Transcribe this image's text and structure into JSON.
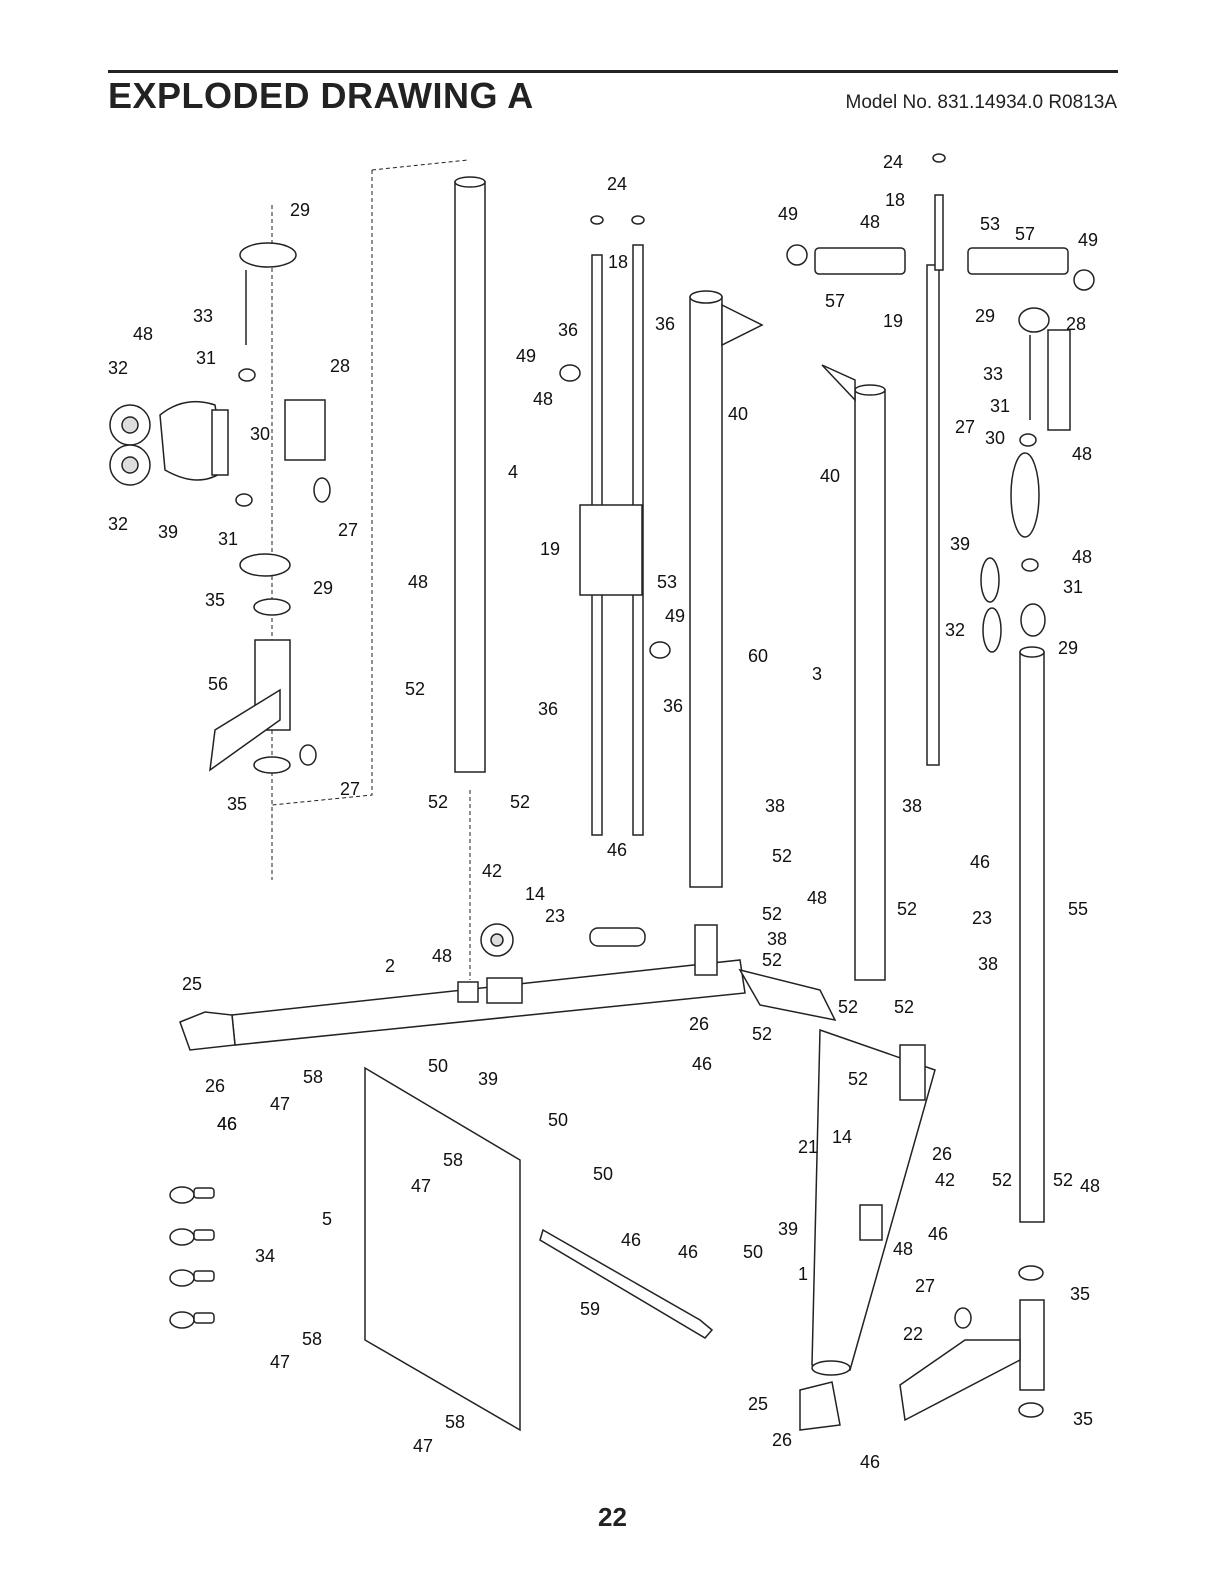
{
  "header": {
    "title": "EXPLODED DRAWING A",
    "model_number": "Model No. 831.14934.0 R0813A"
  },
  "footer": {
    "page_number": "22"
  },
  "callouts": [
    {
      "id": "c-29a",
      "text": "29"
    },
    {
      "id": "c-33a",
      "text": "33"
    },
    {
      "id": "c-48a",
      "text": "48"
    },
    {
      "id": "c-31a",
      "text": "31"
    },
    {
      "id": "c-28a",
      "text": "28"
    },
    {
      "id": "c-32a",
      "text": "32"
    },
    {
      "id": "c-30a",
      "text": "30"
    },
    {
      "id": "c-32b",
      "text": "32"
    },
    {
      "id": "c-39a",
      "text": "39"
    },
    {
      "id": "c-31b",
      "text": "31"
    },
    {
      "id": "c-27a",
      "text": "27"
    },
    {
      "id": "c-29b",
      "text": "29"
    },
    {
      "id": "c-35a",
      "text": "35"
    },
    {
      "id": "c-56",
      "text": "56"
    },
    {
      "id": "c-27b",
      "text": "27"
    },
    {
      "id": "c-35b",
      "text": "35"
    },
    {
      "id": "c-4",
      "text": "4"
    },
    {
      "id": "c-48b",
      "text": "48"
    },
    {
      "id": "c-52a",
      "text": "52"
    },
    {
      "id": "c-52b",
      "text": "52"
    },
    {
      "id": "c-52c",
      "text": "52"
    },
    {
      "id": "c-42a",
      "text": "42"
    },
    {
      "id": "c-24a",
      "text": "24"
    },
    {
      "id": "c-18a",
      "text": "18"
    },
    {
      "id": "c-36a",
      "text": "36"
    },
    {
      "id": "c-36b",
      "text": "36"
    },
    {
      "id": "c-49a",
      "text": "49"
    },
    {
      "id": "c-48c",
      "text": "48"
    },
    {
      "id": "c-19a",
      "text": "19"
    },
    {
      "id": "c-53a",
      "text": "53"
    },
    {
      "id": "c-49b",
      "text": "49"
    },
    {
      "id": "c-36c",
      "text": "36"
    },
    {
      "id": "c-36d",
      "text": "36"
    },
    {
      "id": "c-60",
      "text": "60"
    },
    {
      "id": "c-40a",
      "text": "40"
    },
    {
      "id": "c-40b",
      "text": "40"
    },
    {
      "id": "c-3",
      "text": "3"
    },
    {
      "id": "c-24b",
      "text": "24"
    },
    {
      "id": "c-18b",
      "text": "18"
    },
    {
      "id": "c-49c",
      "text": "49"
    },
    {
      "id": "c-48d",
      "text": "48"
    },
    {
      "id": "c-53b",
      "text": "53"
    },
    {
      "id": "c-57a",
      "text": "57"
    },
    {
      "id": "c-49d",
      "text": "49"
    },
    {
      "id": "c-57b",
      "text": "57"
    },
    {
      "id": "c-19b",
      "text": "19"
    },
    {
      "id": "c-29c",
      "text": "29"
    },
    {
      "id": "c-28b",
      "text": "28"
    },
    {
      "id": "c-33b",
      "text": "33"
    },
    {
      "id": "c-31c",
      "text": "31"
    },
    {
      "id": "c-27c",
      "text": "27"
    },
    {
      "id": "c-30b",
      "text": "30"
    },
    {
      "id": "c-48e",
      "text": "48"
    },
    {
      "id": "c-39b",
      "text": "39"
    },
    {
      "id": "c-48f",
      "text": "48"
    },
    {
      "id": "c-31d",
      "text": "31"
    },
    {
      "id": "c-32c",
      "text": "32"
    },
    {
      "id": "c-29d",
      "text": "29"
    },
    {
      "id": "c-38a",
      "text": "38"
    },
    {
      "id": "c-52d",
      "text": "52"
    },
    {
      "id": "c-46a",
      "text": "46"
    },
    {
      "id": "c-14a",
      "text": "14"
    },
    {
      "id": "c-23a",
      "text": "23"
    },
    {
      "id": "c-48g",
      "text": "48"
    },
    {
      "id": "c-2",
      "text": "2"
    },
    {
      "id": "c-25a",
      "text": "25"
    },
    {
      "id": "c-52e",
      "text": "52"
    },
    {
      "id": "c-48h",
      "text": "48"
    },
    {
      "id": "c-38b",
      "text": "38"
    },
    {
      "id": "c-52f",
      "text": "52"
    },
    {
      "id": "c-38c",
      "text": "38"
    },
    {
      "id": "c-46b",
      "text": "46"
    },
    {
      "id": "c-52g",
      "text": "52"
    },
    {
      "id": "c-23b",
      "text": "23"
    },
    {
      "id": "c-55",
      "text": "55"
    },
    {
      "id": "c-38d",
      "text": "38"
    },
    {
      "id": "c-52h",
      "text": "52"
    },
    {
      "id": "c-52i",
      "text": "52"
    },
    {
      "id": "c-26a",
      "text": "26"
    },
    {
      "id": "c-46c",
      "text": "46"
    },
    {
      "id": "c-52j",
      "text": "52"
    },
    {
      "id": "c-52k",
      "text": "52"
    },
    {
      "id": "c-26b",
      "text": "26"
    },
    {
      "id": "c-46d",
      "text": "46"
    },
    {
      "id": "c-58a",
      "text": "58"
    },
    {
      "id": "c-50a",
      "text": "50"
    },
    {
      "id": "c-39c",
      "text": "39"
    },
    {
      "id": "c-47a",
      "text": "47"
    },
    {
      "id": "c-46e",
      "text": "46"
    },
    {
      "id": "c-50b",
      "text": "50"
    },
    {
      "id": "c-21",
      "text": "21"
    },
    {
      "id": "c-14b",
      "text": "14"
    },
    {
      "id": "c-26c",
      "text": "26"
    },
    {
      "id": "c-58b",
      "text": "58"
    },
    {
      "id": "c-47b",
      "text": "47"
    },
    {
      "id": "c-50c",
      "text": "50"
    },
    {
      "id": "c-42b",
      "text": "42"
    },
    {
      "id": "c-52l",
      "text": "52"
    },
    {
      "id": "c-52m",
      "text": "52"
    },
    {
      "id": "c-48i",
      "text": "48"
    },
    {
      "id": "c-5",
      "text": "5"
    },
    {
      "id": "c-46f",
      "text": "46"
    },
    {
      "id": "c-39d",
      "text": "39"
    },
    {
      "id": "c-46g",
      "text": "46"
    },
    {
      "id": "c-48j",
      "text": "48"
    },
    {
      "id": "c-34",
      "text": "34"
    },
    {
      "id": "c-46h",
      "text": "46"
    },
    {
      "id": "c-50d",
      "text": "50"
    },
    {
      "id": "c-1",
      "text": "1"
    },
    {
      "id": "c-35c",
      "text": "35"
    },
    {
      "id": "c-27d",
      "text": "27"
    },
    {
      "id": "c-59",
      "text": "59"
    },
    {
      "id": "c-22",
      "text": "22"
    },
    {
      "id": "c-58c",
      "text": "58"
    },
    {
      "id": "c-47c",
      "text": "47"
    },
    {
      "id": "c-25b",
      "text": "25"
    },
    {
      "id": "c-58d",
      "text": "58"
    },
    {
      "id": "c-26d",
      "text": "26"
    },
    {
      "id": "c-35d",
      "text": "35"
    },
    {
      "id": "c-47d",
      "text": "47"
    },
    {
      "id": "c-46i",
      "text": "46"
    }
  ]
}
